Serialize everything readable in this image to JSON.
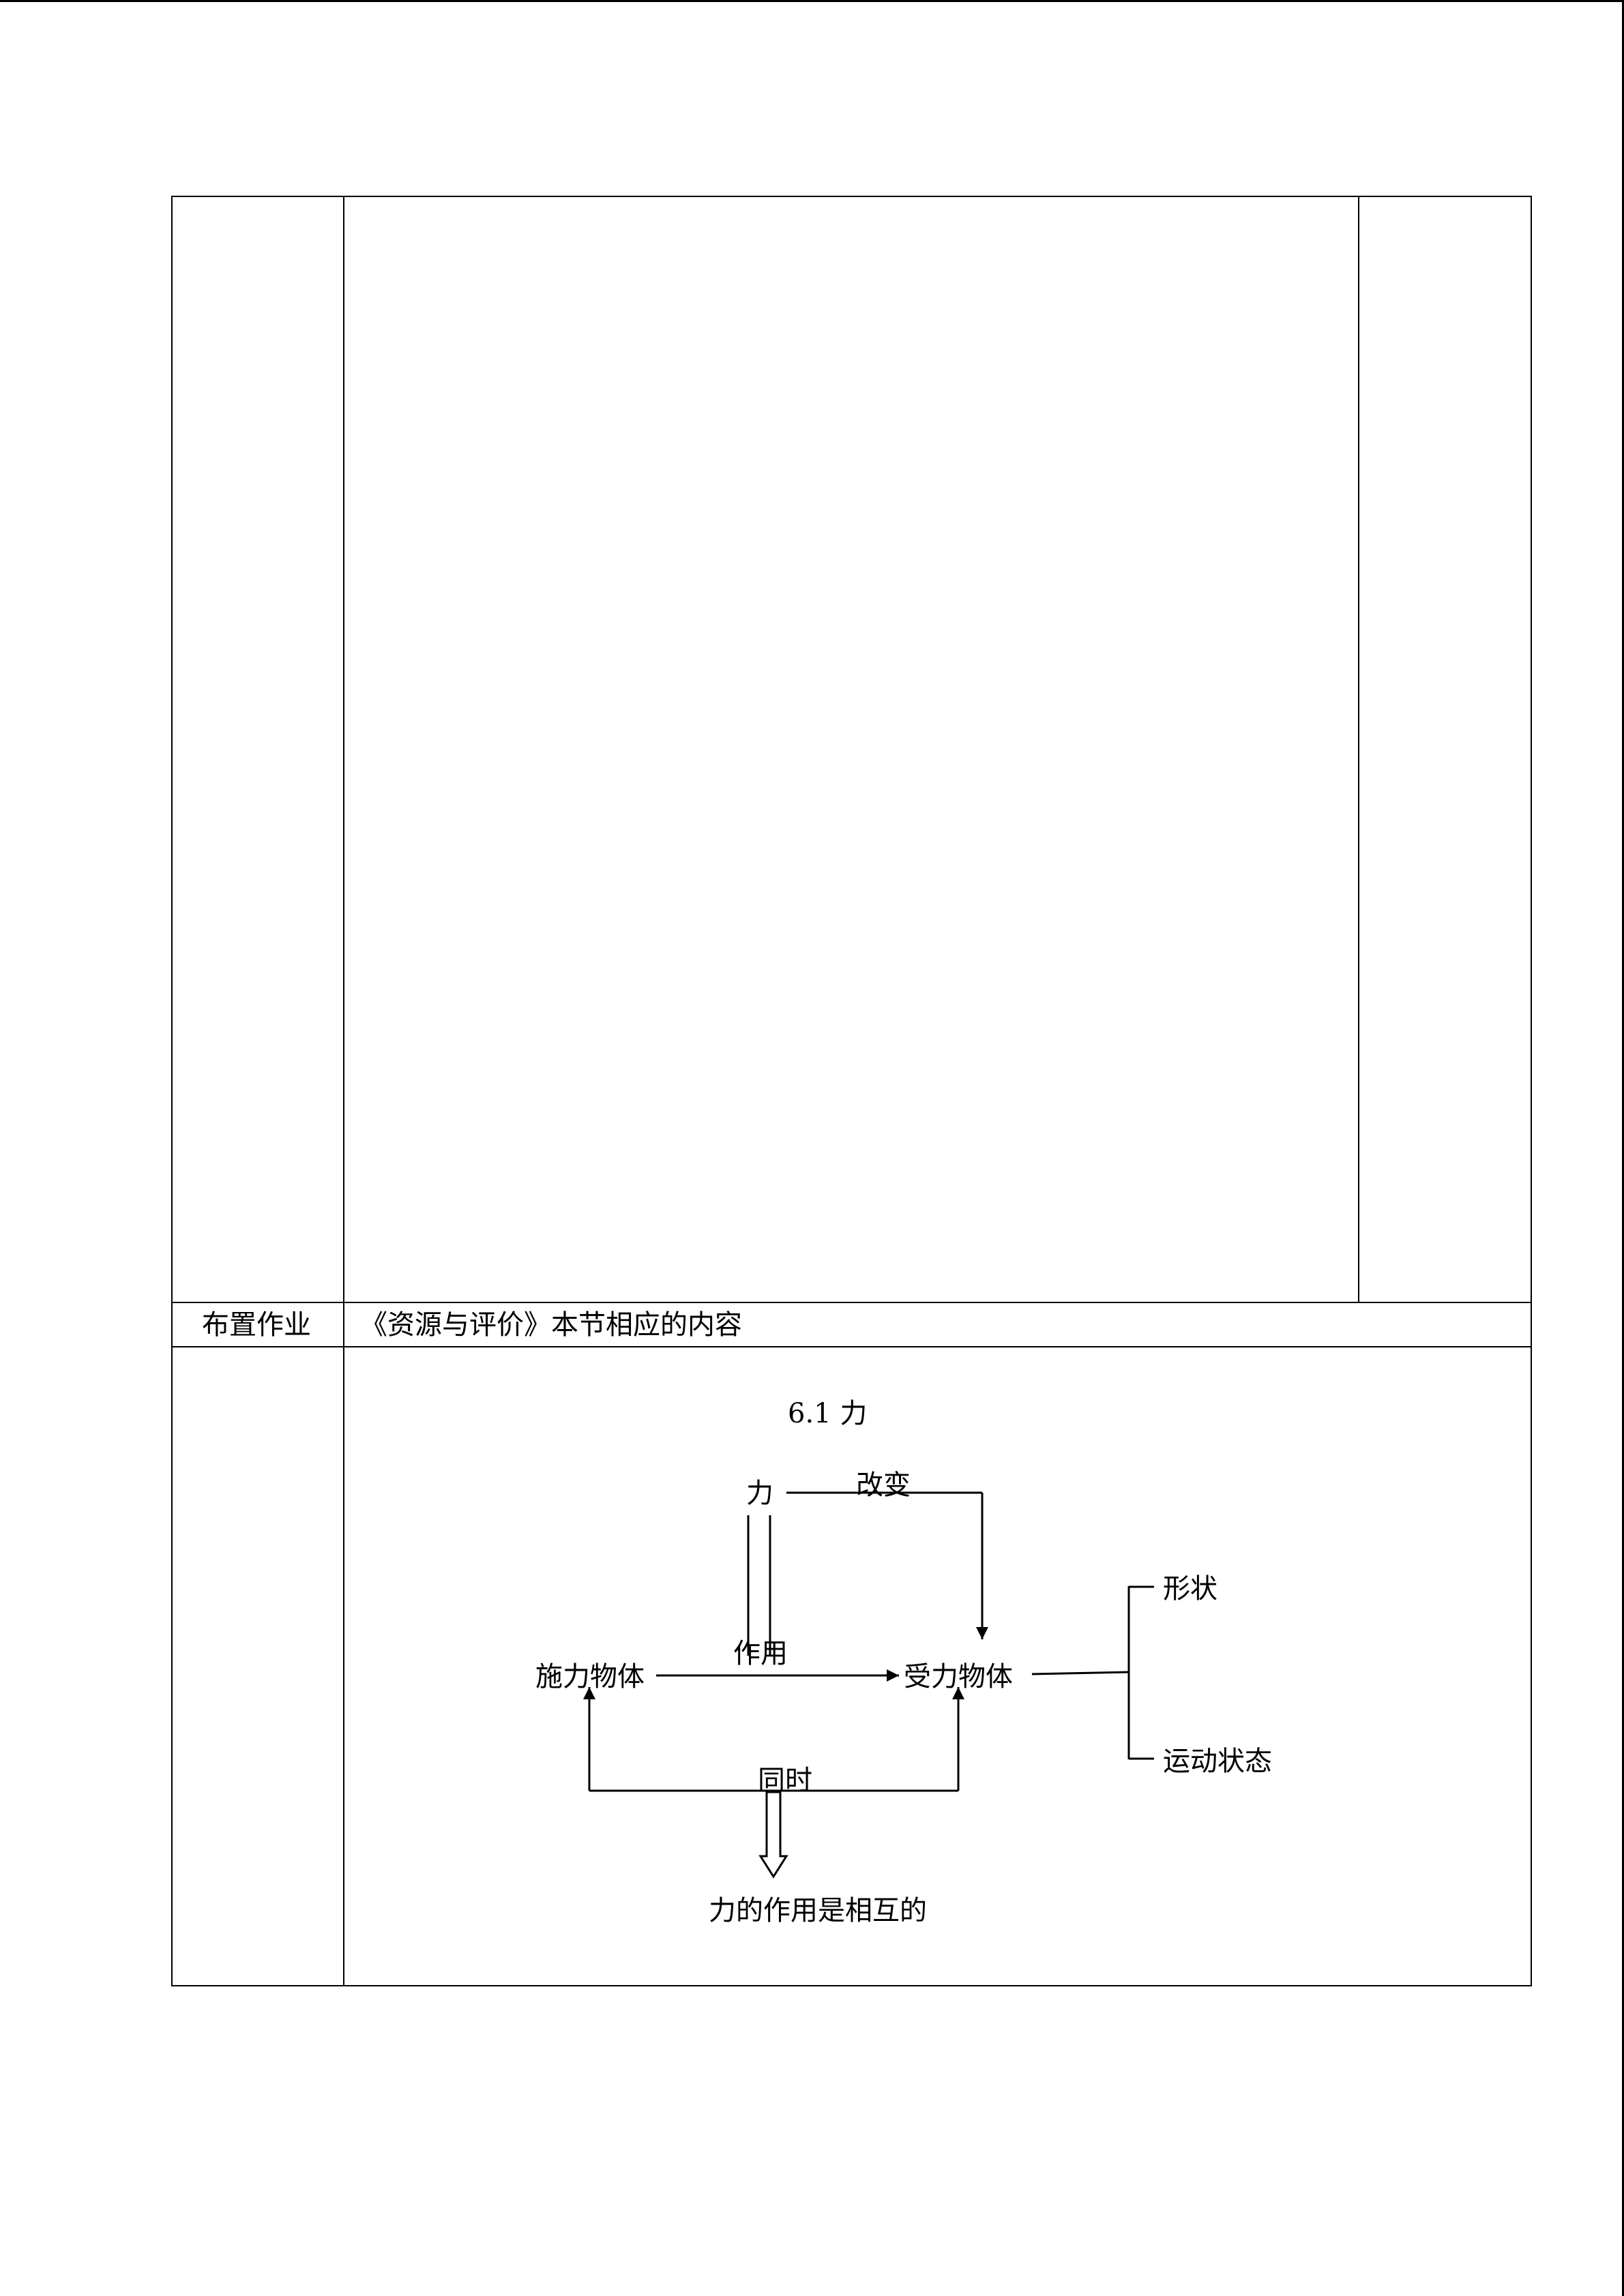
{
  "table": {
    "homework_label": "布置作业",
    "homework_content": "《资源与评价》本节相应的内容"
  },
  "board": {
    "title": "6.1  力",
    "nodes": {
      "force": "力",
      "change": "改变",
      "shape": "形状",
      "motion_state": "运动状态",
      "act": "作用",
      "exerting_body": "施力物体",
      "receiving_body": "受力物体",
      "simultaneous": "同时",
      "conclusion": "力的作用是相互的"
    }
  }
}
